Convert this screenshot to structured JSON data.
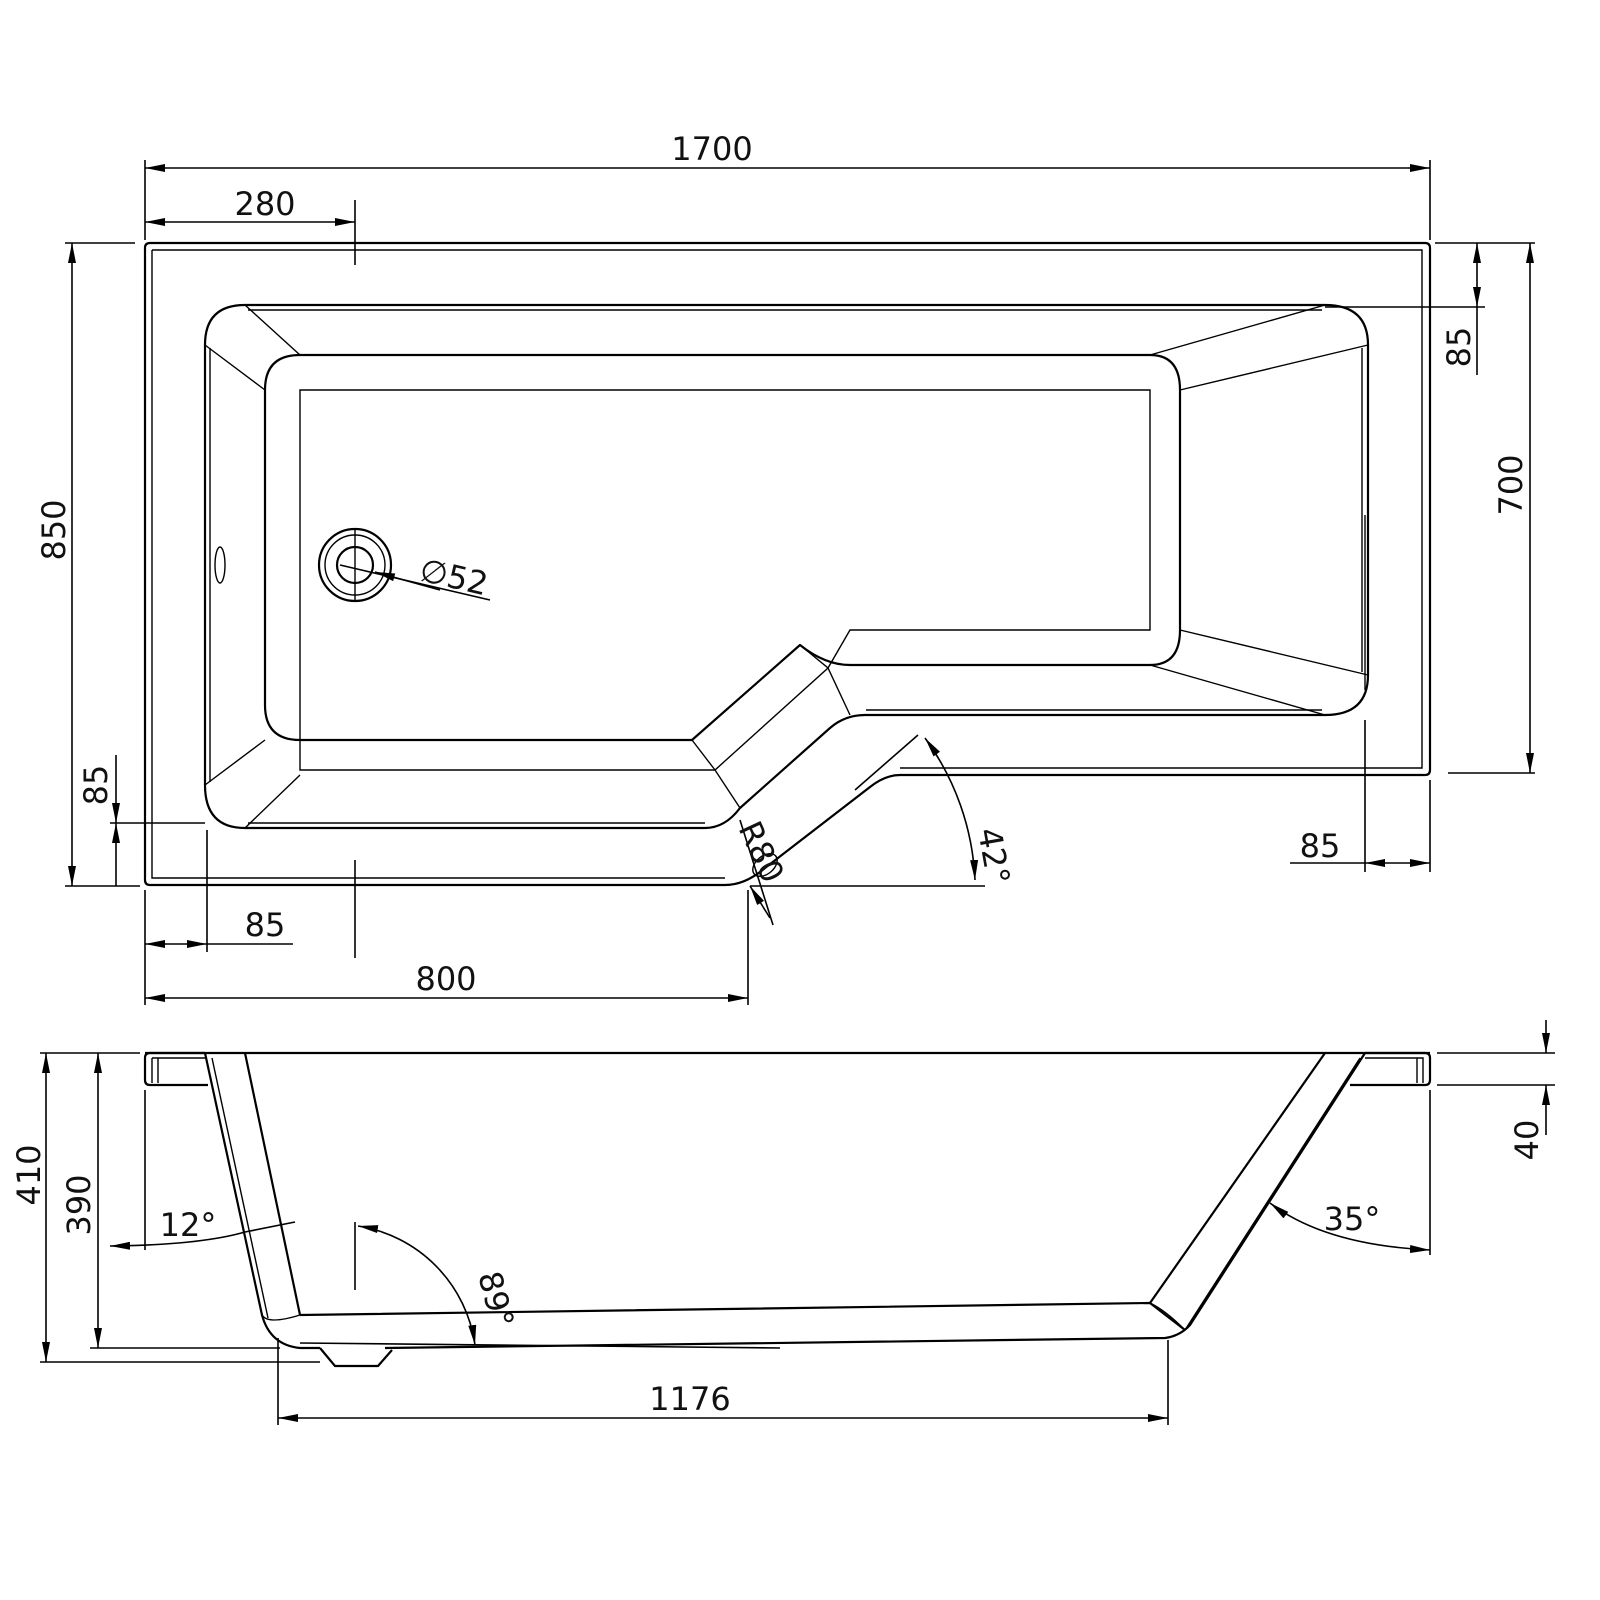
{
  "top_view": {
    "overall_length": "1700",
    "waste_offset": "280",
    "overall_width": "850",
    "rim_top": "85",
    "narrow_width": "700",
    "waste_diameter": "∅52",
    "slope_angle": "42°",
    "corner_radius": "R80",
    "rim_right": "85",
    "rim_left": "85",
    "rim_bottom": "85",
    "wide_section_length": "800"
  },
  "side_view": {
    "total_height": "410",
    "inner_depth": "390",
    "left_wall_angle": "12°",
    "floor_angle": "89°",
    "right_wall_angle": "35°",
    "rim_thickness": "40",
    "floor_length": "1176"
  },
  "colors": {
    "line": "#000000",
    "background": "#ffffff"
  }
}
